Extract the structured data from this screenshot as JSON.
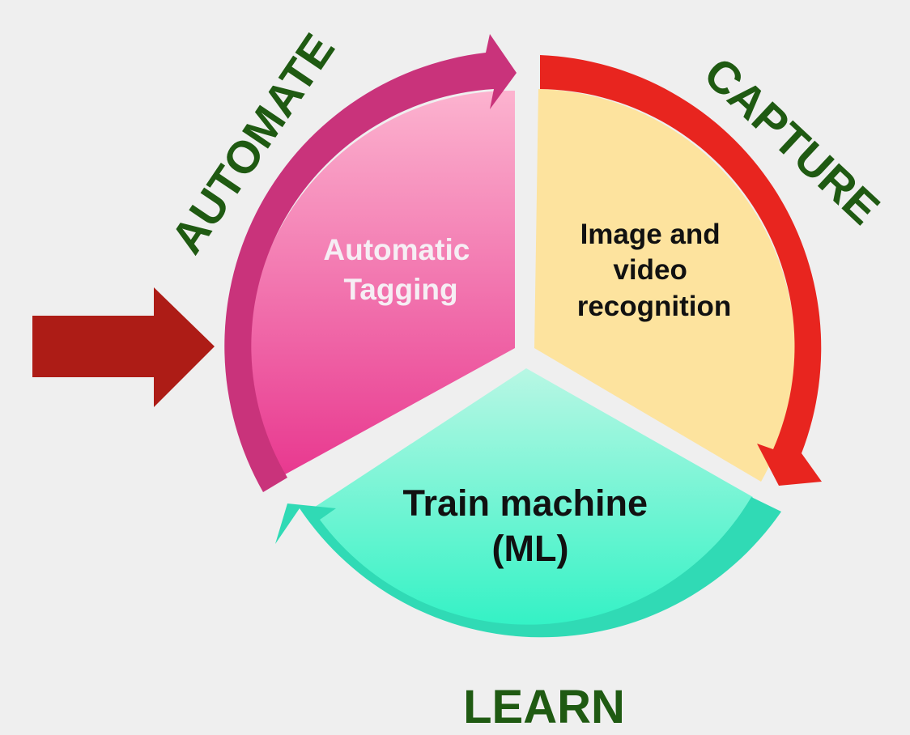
{
  "segments": {
    "automate": {
      "label_line1": "Automatic",
      "label_line2": "Tagging",
      "text_color": "#f6eef4"
    },
    "capture": {
      "label_line1": "Image and",
      "label_line2": "video",
      "label_line3": "recognition",
      "text_color": "#111111"
    },
    "learn": {
      "label_line1": "Train machine",
      "label_line2": "(ML)",
      "text_color": "#111111"
    }
  },
  "stages": {
    "automate": "AUTOMATE",
    "capture": "CAPTURE",
    "learn": "LEARN"
  },
  "colors": {
    "background": "#efefef",
    "automate_arrow": "#c9337b",
    "capture_arrow": "#e8251f",
    "learn_arrow": "#30dab5",
    "entry_arrow": "#ad1c16",
    "stage_text": "#1f5a12",
    "automate_fill_top": "#fca9c8",
    "automate_fill_bottom": "#e8388f",
    "capture_fill": "#fde39e",
    "learn_fill_top": "#b4f6e1",
    "learn_fill_bottom": "#33f2c5"
  }
}
